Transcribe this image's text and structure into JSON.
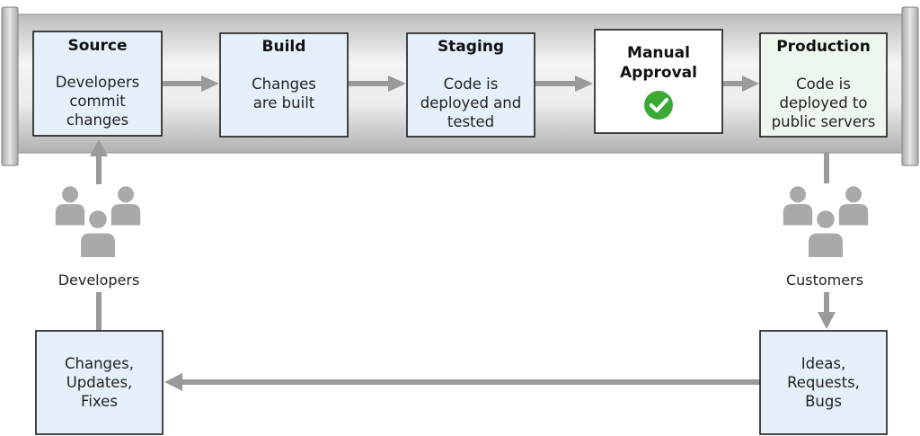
{
  "colors": {
    "pipe_gradient_top": "#bdbdbd",
    "pipe_gradient_mid": "#f2f2f2",
    "pipe_gradient_bottom": "#b5b5b5",
    "stage_fill": "#e6f0fa",
    "manual_fill": "#ffffff",
    "production_fill": "#eef7ee",
    "arrow": "#9a9a9a",
    "people": "#a9a9a9",
    "check": "#3aaa35"
  },
  "pipeline": {
    "stages": [
      {
        "title": "Source",
        "lines": [
          "Developers",
          "commit",
          "changes"
        ],
        "kind": "stage"
      },
      {
        "title": "Build",
        "lines": [
          "Changes",
          "are built"
        ],
        "kind": "stage"
      },
      {
        "title": "Staging",
        "lines": [
          "Code is",
          "deployed and",
          "tested"
        ],
        "kind": "stage"
      },
      {
        "title_lines": [
          "Manual",
          "Approval"
        ],
        "icon": "check-circle-icon",
        "kind": "manual"
      },
      {
        "title": "Production",
        "lines": [
          "Code is",
          "deployed to",
          "public servers"
        ],
        "kind": "production"
      }
    ]
  },
  "groups": {
    "developers": {
      "label": "Developers",
      "icon": "people-group-icon"
    },
    "customers": {
      "label": "Customers",
      "icon": "people-group-icon"
    }
  },
  "feedback": {
    "left_box": {
      "lines": [
        "Changes,",
        "Updates,",
        "Fixes"
      ]
    },
    "right_box": {
      "lines": [
        "Ideas,",
        "Requests,",
        "Bugs"
      ]
    }
  }
}
